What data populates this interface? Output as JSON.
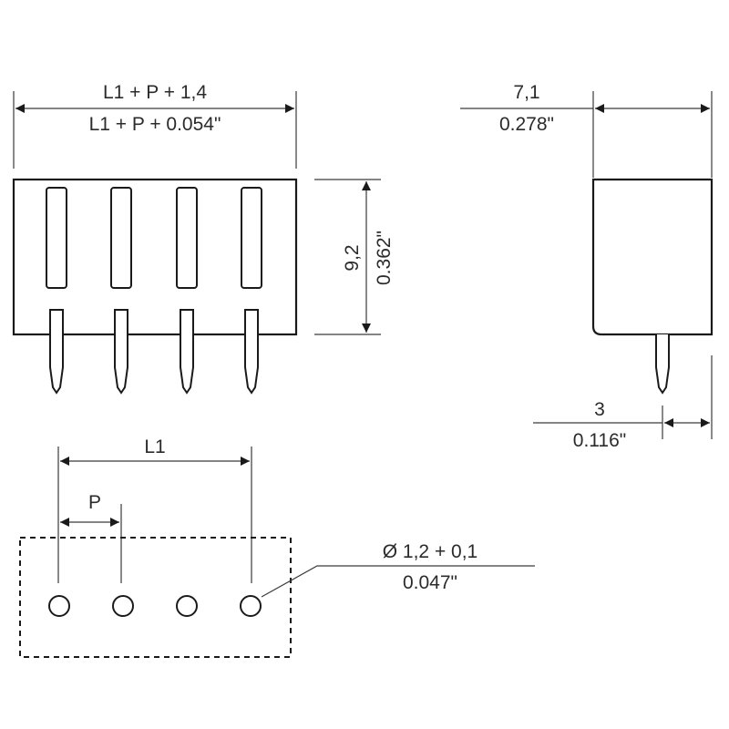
{
  "dimensions": {
    "total_length_mm": "L1 + P + 1,4",
    "total_length_in": "L1 + P + 0.054\"",
    "height_mm": "9,2",
    "height_in": "0.362\"",
    "depth_mm": "7,1",
    "depth_in": "0.278\"",
    "pin_length_mm": "3",
    "pin_length_in": "0.116\"",
    "span_label": "L1",
    "pitch_label": "P",
    "hole_diameter_mm": "Ø 1,2 + 0,1",
    "hole_diameter_in": "0.047\""
  },
  "pin_count": 4
}
